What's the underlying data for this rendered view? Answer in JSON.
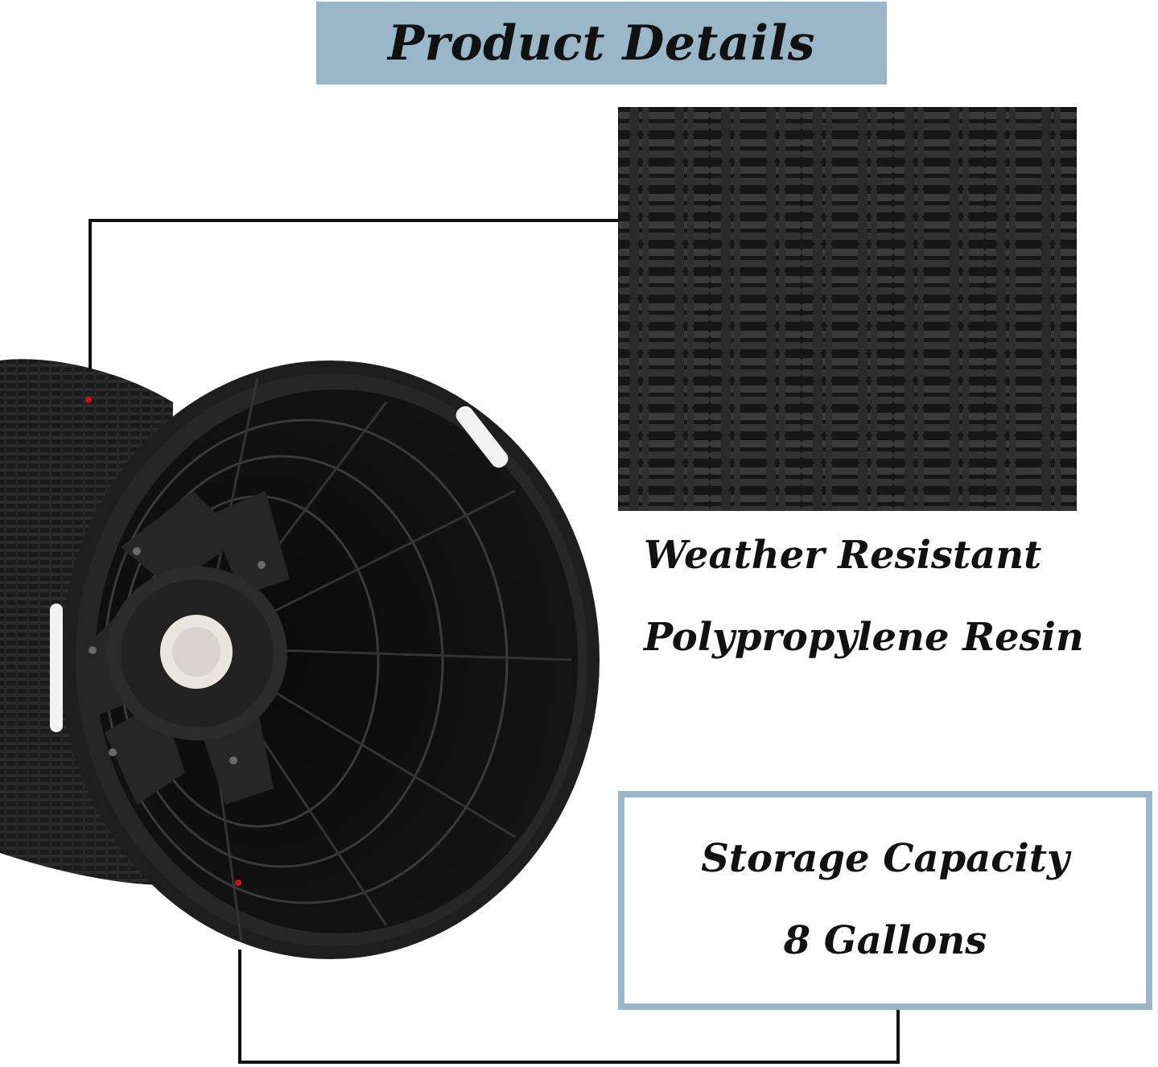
{
  "title": "Product Details",
  "features": {
    "line1": "Weather Resistant",
    "line2": "Polypropylene Resin"
  },
  "capacity": {
    "line1": "Storage Capacity",
    "line2": "8 Gallons"
  },
  "colors": {
    "banner": "#9ab7c9",
    "product": "#141414",
    "text": "#111111"
  }
}
